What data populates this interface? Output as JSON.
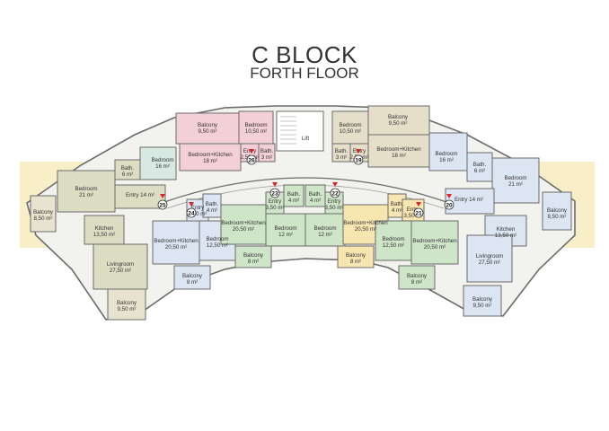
{
  "header": {
    "title": "C BLOCK",
    "subtitle": "FORTH FLOOR"
  },
  "core": {
    "lift": "Lift"
  },
  "colors": {
    "band": "#f8efc9",
    "pink": "#f3cfd8",
    "beige": "#e5dfc9",
    "olive": "#ddddc4",
    "sand": "#e8e3cf",
    "blue": "#dce6f2",
    "green": "#cfe5c8",
    "yellow": "#f8e6b0",
    "teal": "#d8e8e2",
    "wall": "#6b6b6b"
  },
  "units": [
    {
      "id": "25",
      "color": "olive"
    },
    {
      "id": "26",
      "color": "pink"
    },
    {
      "id": "24",
      "color": "blue"
    },
    {
      "id": "23",
      "color": "green"
    },
    {
      "id": "22",
      "color": "green"
    },
    {
      "id": "21",
      "color": "yellow"
    },
    {
      "id": "19",
      "color": "beige"
    },
    {
      "id": "20",
      "color": "blue"
    }
  ],
  "rooms": [
    {
      "l1": "Balcony",
      "l2": "9,50 m²"
    },
    {
      "l1": "Bedroom",
      "l2": "10,50 m²"
    },
    {
      "l1": "Bedroom+Kitchen",
      "l2": "18 m²"
    },
    {
      "l1": "Entry",
      "l2": "2,50 m²"
    },
    {
      "l1": "Bath.",
      "l2": "3 m²"
    },
    {
      "l1": "Balcony",
      "l2": "9,50 m²"
    },
    {
      "l1": "Bedroom",
      "l2": "10,50 m²"
    },
    {
      "l1": "Bedroom+Kitchen",
      "l2": "18 m²"
    },
    {
      "l1": "Entry",
      "l2": "2,50 m²"
    },
    {
      "l1": "Bath.",
      "l2": "3 m²"
    },
    {
      "l1": "Bedroom",
      "l2": "16 m²"
    },
    {
      "l1": "Bath.",
      "l2": "6 m²"
    },
    {
      "l1": "Bedroom",
      "l2": "21 m²"
    },
    {
      "l1": "Entry 14 m²",
      "l2": ""
    },
    {
      "l1": "Balcony",
      "l2": "8,50 m²"
    },
    {
      "l1": "Kitchen",
      "l2": "13,50 m²"
    },
    {
      "l1": "Livingroom",
      "l2": "27,50 m²"
    },
    {
      "l1": "Balcony",
      "l2": "9,50 m²"
    },
    {
      "l1": "Bedroom",
      "l2": "16 m²"
    },
    {
      "l1": "Bath.",
      "l2": "6 m²"
    },
    {
      "l1": "Bedroom",
      "l2": "21 m²"
    },
    {
      "l1": "Entry 14 m²",
      "l2": ""
    },
    {
      "l1": "Balcony",
      "l2": "8,50 m²"
    },
    {
      "l1": "Kitchen",
      "l2": "13,50 m²"
    },
    {
      "l1": "Livingroom",
      "l2": "27,50 m²"
    },
    {
      "l1": "Balcony",
      "l2": "9,50 m²"
    },
    {
      "l1": "Entry",
      "l2": "3,50 m²"
    },
    {
      "l1": "Bath.",
      "l2": "4 m²"
    },
    {
      "l1": "Bedroom+Kitchen",
      "l2": "20,50 m²"
    },
    {
      "l1": "Bedroom",
      "l2": "12,50 m²"
    },
    {
      "l1": "Balcony",
      "l2": "8 m²"
    },
    {
      "l1": "Bedroom+Kitchen",
      "l2": "20,50 m²"
    },
    {
      "l1": "Bath.",
      "l2": "4 m²"
    },
    {
      "l1": "Entry",
      "l2": "3,50 m²"
    },
    {
      "l1": "Bedroom",
      "l2": "12 m²"
    },
    {
      "l1": "Balcony",
      "l2": "8 m²"
    },
    {
      "l1": "Bath.",
      "l2": "4 m²"
    },
    {
      "l1": "Entry",
      "l2": "3,50 m²"
    },
    {
      "l1": "Bedroom",
      "l2": "12 m²"
    },
    {
      "l1": "Bedroom+Kitchen",
      "l2": "20,50 m²"
    },
    {
      "l1": "Balcony",
      "l2": "8 m²"
    },
    {
      "l1": "Bath.",
      "l2": "4 m²"
    },
    {
      "l1": "Entry",
      "l2": "3,50 m²"
    },
    {
      "l1": "Bedroom",
      "l2": "12,50 m²"
    },
    {
      "l1": "Bedroom+Kitchen",
      "l2": "20,50 m²"
    },
    {
      "l1": "Balcony",
      "l2": "8 m²"
    }
  ]
}
